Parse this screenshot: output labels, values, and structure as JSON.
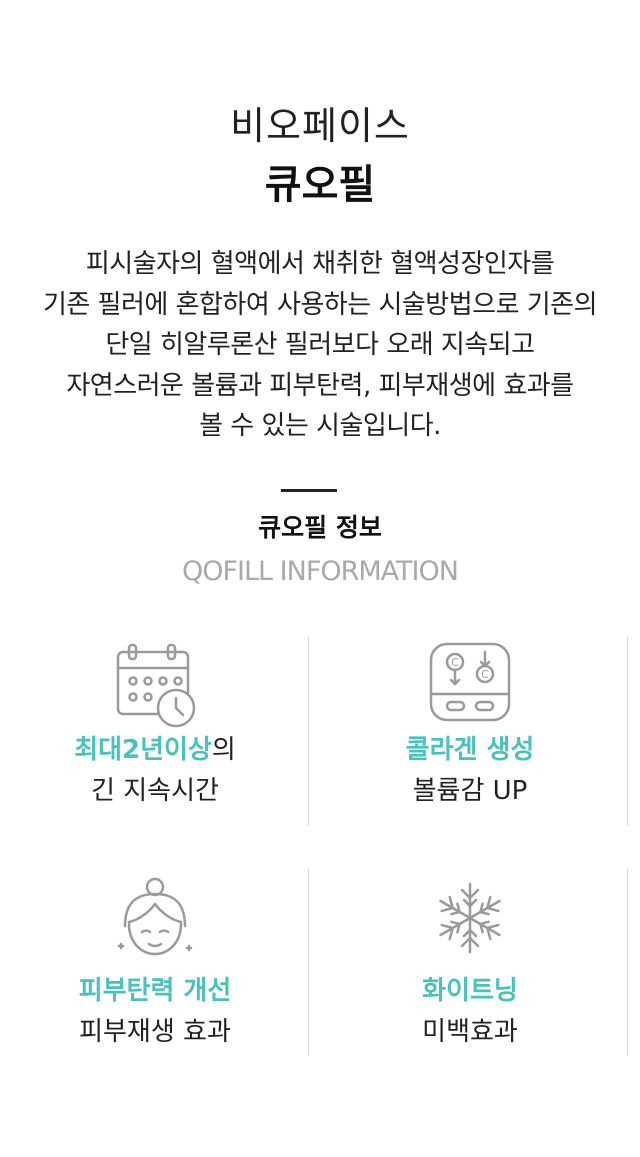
{
  "header": {
    "brand": "비오페이스",
    "product": "큐오필"
  },
  "description": [
    "피시술자의 혈액에서 채취한 혈액성장인자를",
    "기존 필러에 혼합하여 사용하는 시술방법으로 기존의",
    "단일 히알루론산 필러보다 오래 지속되고",
    "자연스러운 볼륨과 피부탄력, 피부재생에 효과를",
    "볼 수 있는 시술입니다."
  ],
  "info": {
    "title": "큐오필 정보",
    "subtitle": "QOFILL INFORMATION"
  },
  "features": [
    {
      "icon": "calendar-clock-icon",
      "title_accent": "최대2년이상",
      "title_rest": "의",
      "desc": "긴 지속시간"
    },
    {
      "icon": "collagen-device-icon",
      "title_accent": "콜라겐 생성",
      "title_rest": "",
      "desc": "볼륨감 UP"
    },
    {
      "icon": "face-icon",
      "title_accent": "피부탄력 개선",
      "title_rest": "",
      "desc": "피부재생 효과"
    },
    {
      "icon": "snowflake-icon",
      "title_accent": "화이트닝",
      "title_rest": "",
      "desc": "미백효과"
    }
  ],
  "colors": {
    "accent": "#4bc1be",
    "text": "#222222",
    "muted": "#a9a9a9",
    "icon": "#9a9a9a"
  }
}
